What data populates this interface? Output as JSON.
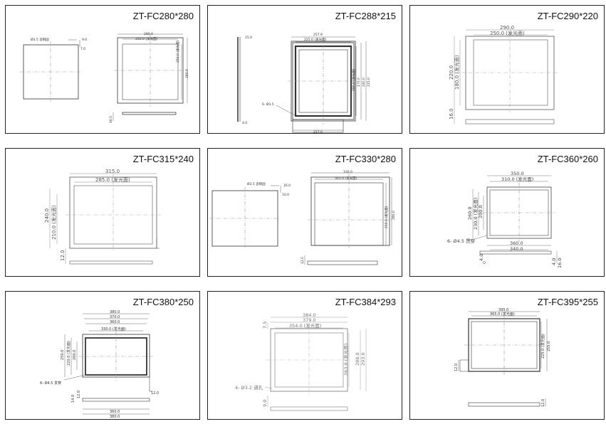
{
  "panels": [
    {
      "title": "ZT-FC280*280",
      "labels": {
        "hole": "Ø3.5 含铜固",
        "d1": "9.6",
        "d2": "7.0",
        "w1": "280.0",
        "w2": "250.0 (发光面)",
        "h1": "250.0 (发光面)",
        "h2": "280.0",
        "t": "16.5"
      }
    },
    {
      "title": "ZT-FC288*215",
      "labels": {
        "top1": "257.9",
        "top2": "225.0 (发光面)",
        "bot": "217.0",
        "side1": "15.0",
        "side2": "4.0",
        "hole": "6- Ø3.5",
        "h1": "180.0 (发光面)",
        "h2": "170.0",
        "h3": "240.0",
        "h4": "215.0"
      }
    },
    {
      "title": "ZT-FC290*220",
      "labels": {
        "w1": "290.0",
        "w2": "250.0 (发光面)",
        "h1": "220.0",
        "h2": "180.0 (发光面)",
        "t": "16.0"
      }
    },
    {
      "title": "ZT-FC315*240",
      "labels": {
        "w1": "315.0",
        "w2": "285.0 (发光面)",
        "h1": "240.0",
        "h2": "210.0 (发光面)",
        "t": "12.0"
      }
    },
    {
      "title": "ZT-FC330*280",
      "labels": {
        "hole": "Ø3.5 含铜固",
        "d1": "16.0",
        "d2": "10.0",
        "w1": "330.0",
        "w2": "301.0 (发光面)",
        "h1": "250.0 (发光面)",
        "h2": "280.0",
        "t": "12.0"
      }
    },
    {
      "title": "ZT-FC360*260",
      "labels": {
        "w1": "350.0",
        "w2": "310.0 (发光面)",
        "h1": "260.0",
        "h2": "230.0 (发光面)",
        "h3": "200.0",
        "b1": "360.0",
        "b2": "340.0",
        "hole": "6- Ø4.5 贯穿",
        "t1": "4.0",
        "t2": "16.0",
        "d": "4.0"
      }
    },
    {
      "title": "ZT-FC380*250",
      "labels": {
        "w1": "380.0",
        "w2": "370.0",
        "w3": "360.0",
        "w4": "330.0 (发光面)",
        "h1": "250.0",
        "h2": "220.0 (发光面)",
        "h3": "200.0",
        "hole": "6- Ø4.5 贯穿",
        "t1": "14.0",
        "t2": "12.0",
        "d": "12.0",
        "b1": "360.0",
        "b2": "380.0"
      }
    },
    {
      "title": "ZT-FC384*293",
      "labels": {
        "w1": "384.0",
        "w2": "379.0",
        "w3": "354.0 (发光面)",
        "h1": "263.0 (发光面)",
        "h2": "288.0",
        "h3": "293.0",
        "hole": "4- Ø3.2 通孔",
        "d": "7.5",
        "t": "9.0"
      }
    },
    {
      "title": "ZT-FC395*255",
      "labels": {
        "w1": "395.0",
        "w2": "365.0 (发光面)",
        "h1": "225.0 (发光面)",
        "h2": "255.0",
        "t1": "12.0",
        "t2": "12.0"
      }
    }
  ]
}
